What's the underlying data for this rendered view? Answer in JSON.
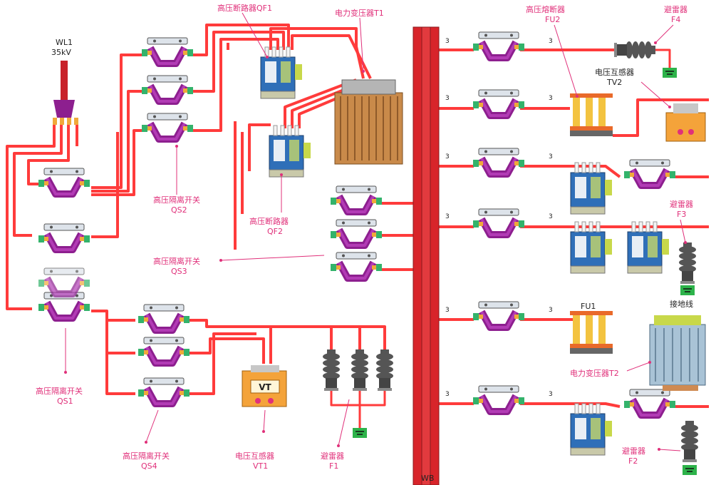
{
  "feeder": {
    "name": "WL1",
    "voltage": "35kV"
  },
  "labels": {
    "qf1": "高压断路器QF1",
    "t1": "电力变压器T1",
    "fu2_title": "高压熔断器",
    "fu2_code": "FU2",
    "f4_title": "避雷器",
    "f4_code": "F4",
    "tv2_title": "电压互感器",
    "tv2_code": "TV2",
    "qs2_title": "高压隔离开关",
    "qs2_code": "QS2",
    "qf2_title": "高压断路器",
    "qf2_code": "QF2",
    "qs3_title": "高压隔离开关",
    "qs3_code": "QS3",
    "f3_title": "避雷器",
    "f3_code": "F3",
    "ground": "接地线",
    "fu1": "FU1",
    "t2": "电力变压器T2",
    "qs1_title": "高压隔离开关",
    "qs1_code": "QS1",
    "qs4_title": "高压隔离开关",
    "qs4_code": "QS4",
    "vt1_title": "电压互感器",
    "vt1_code": "VT1",
    "vt_box": "VT",
    "f1_title": "避雷器",
    "f1_code": "F1",
    "f2_title": "避雷器",
    "f2_code": "F2",
    "bus": "WB"
  },
  "wire_count_mark": "3",
  "colors": {
    "wire": "#ff3b3b",
    "bus": "#d8242a",
    "label": "#e0307a",
    "insulator": "#8d1f8f",
    "ground": "#2db34a",
    "breaker": "#2f6fb8",
    "transformer": "#c98a4a",
    "vt": "#f4a33a"
  }
}
